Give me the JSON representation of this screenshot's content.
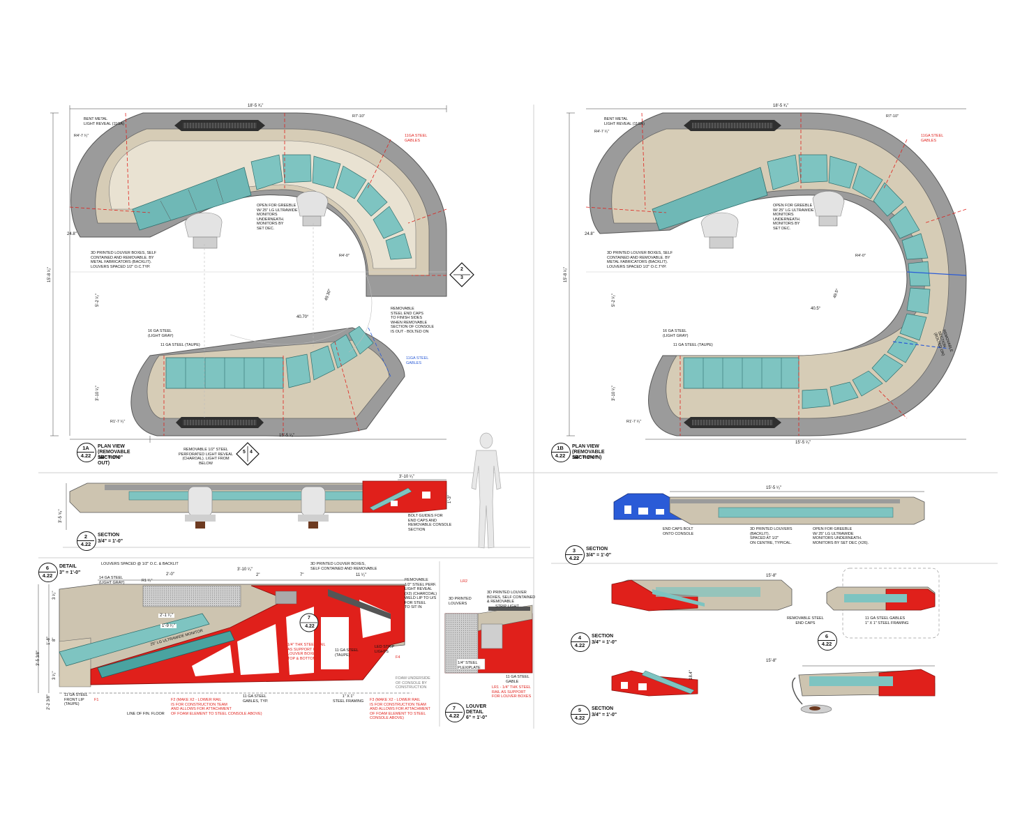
{
  "views": {
    "v1a": {
      "num": "1A",
      "sheet": "4.22",
      "title": "PLAN VIEW\n(REMOVABLE SECTION OUT)",
      "scale": "3/4\" = 1'-0\""
    },
    "v1b": {
      "num": "1B",
      "sheet": "4.22",
      "title": "PLAN VIEW\n(REMOVABLE SECTION IN)",
      "scale": "3/4\" = 1'-0\""
    },
    "v2": {
      "num": "2",
      "sheet": "4.22",
      "title": "SECTION",
      "scale": "3/4\" = 1'-0\""
    },
    "v3": {
      "num": "3",
      "sheet": "4.22",
      "title": "SECTION",
      "scale": "3/4\" = 1'-0\""
    },
    "v4": {
      "num": "4",
      "sheet": "4.22",
      "title": "SECTION",
      "scale": "3/4\" = 1'-0\""
    },
    "v5": {
      "num": "5",
      "sheet": "4.22",
      "title": "SECTION",
      "scale": "3/4\" = 1'-0\""
    },
    "v6": {
      "num": "6",
      "sheet": "4.22",
      "title": "DETAIL",
      "scale": "3\" = 1'-0\""
    },
    "v7": {
      "num": "7",
      "sheet": "4.22",
      "title": "LOUVER\nDETAIL",
      "scale": "6\" = 1'-0\""
    }
  },
  "plan_a": {
    "bent_metal": "BENT METAL\nLIGHT REVEAL (11GA)",
    "r47": "R4'-7 ¹⁄₂\"",
    "r710": "R7'-10\"",
    "r40": "R4'-0\"",
    "r17": "R1'-7 ¹⁄₂\"",
    "gables_red": "11GA STEEL\nGABLES",
    "gables_blue": "11GA STEEL\nGABLES",
    "open_greeble": "OPEN FOR GREEBLE\nW/ 25\" LG ULTRAWIDE\nMONITORS\nUNDERNEATH.\nMONITORS BY\nSET DEC.",
    "louver_boxes": "3D PRINTED LOUVER BOXES, SELF\nCONTAINED AND REMOVABLE. BY\nMETAL FABRICATORS (BACKLIT).\nLOUVERS SPACED 1/2\" O.C.TYP.",
    "end_caps": "REMOVABLE\nSTEEL END CAPS\nTO FINISH SIDES\nWHEN REMOVABLE\nSECTION OF CONSOLE\nIS OUT - BOLTED ON",
    "ga16": "16 GA STEEL\n(LIGHT GRAY)",
    "ga11": "11 GA STEEL (TAUPE)",
    "reveal": "REMOVABLE 1/2\" STEEL\nPERFORATED LIGHT REVEAL\n(CHAROAL). LIGHT FROM\nBELOW",
    "dim_top": "18'-5 ³⁄₄\"",
    "dim_bot": "15'-5 ¹⁄₂\"",
    "dim_left": "15'-8 ¹⁄₂\"",
    "dim_52": "5'-2 ¹⁄₂\"",
    "dim_310": "3'-10 ¹⁄₂\"",
    "dim_248": "24.8\"",
    "ang1": "40.70°",
    "ang2": "49.30°",
    "marker_top": "2",
    "marker_bot": "3",
    "marker2_top": "5",
    "marker2_bot": "4"
  },
  "plan_b": {
    "bent_metal": "BENT METAL\nLIGHT REVEAL (11GA)",
    "r47": "R4'-7 ¹⁄₂\"",
    "r710": "R7'-10\"",
    "r40": "R4'-0\"",
    "r17": "R1'-7 ¹⁄₂\"",
    "gables_red": "11GA STEEL\nGABLES",
    "open_greeble": "OPEN FOR GREEBLE\nW/ 25\" LG ULTRAWIDE\nMONITORS\nUNDERNEATH.\nMONITORS BY\nSET DEC.",
    "louver_boxes": "3D PRINTED LOUVER BOXES, SELF\nCONTAINED AND REMOVABLE. BY\nMETAL FABRICATORS (BACKLIT).\nLOUVERS SPACED 1/2\" O.C.TYP.",
    "removable_section": "REMOVABLE\nSECTION\n(BOLTED ON)",
    "ga16": "16 GA STEEL\n(LIGHT GRAY)",
    "ga11": "11 GA STEEL (TAUPE)",
    "dim_top": "18'-5 ³⁄₄\"",
    "dim_bot": "15'-5 ¹⁄₂\"",
    "dim_left": "15'-8 ¹⁄₂\"",
    "dim_52": "5'-2 ¹⁄₂\"",
    "dim_310": "3'-10 ¹⁄₂\"",
    "dim_248": "24.8\"",
    "ang1": "40.5°",
    "ang2": "49.5°"
  },
  "section2": {
    "bolt": "BOLT GUIDES FOR\nEND CAPS AND\nREMOVABLE CONSOLE\nSECTION",
    "dim_w": "3'-10 ¹⁄₂\"",
    "dim_h": "3'-5 ⁵⁄₈\"",
    "dim_h2": "1'-3\""
  },
  "section3": {
    "end_caps": "END CAPS BOLT\nONTO CONSOLE",
    "louvers": "3D PRINTED LOUVERS\n(BACKLIT).\nSPACED AT 1/2\"\nON CENTRE, TYPICAL.",
    "greeble": "OPEN FOR GREEBLE\nW/ 25\" LG ULTRAWIDE\nMONITORS UNDERNEATH.\nMONITORS BY SET DEC (X26).",
    "dim": "15'-5 ¹⁄₂\""
  },
  "section4": {
    "end_caps": "REMOVABLE STEEL\nEND CAPS",
    "gables": "11 GA STEEL GABLES\n1\" X 1\" STEEL FRAMING",
    "dim": "15'-8\"",
    "callout_num": "6",
    "callout_sheet": "4.22"
  },
  "section5": {
    "dim": "15'-8\"",
    "dim_h": "18.4\""
  },
  "detail6": {
    "louvers": "LOUVERS SPACED @ 1/2\" O.C. & BACKLIT",
    "boxes": "3D PRINTED LOUVER BOXES,\nSELF CONTAINED AND REMOVABLE",
    "ga14": "14 GA STEEL\n(LIGHT GRAY)",
    "r1": "R1 ¹⁄₂\"",
    "dim_20": "2'-0\"",
    "dim_310": "3'-10 ¹⁄₂\"",
    "dim_2": "2\"",
    "dim_7": "7\"",
    "dim_11": "11 ¹⁄₂\"",
    "reveal": "REMOVABLE\n1/2\" STEEL PERF.\nLIGHT REVEAL\n(x2) (CHARCOAL)\nWELD LIP TO U/S\nFOR STEEL\nTO SIT IN",
    "monitor": "25\" LG ULTRAWIDE MONITOR",
    "d21": "2'-1 ¹⁄₂\"",
    "d19": "1'-9 ¹⁄₂\"",
    "rail": "1/4\" THK STEEL RAIL\nAS SUPPORT FOR\nLOUVER BOXES,\nTOP & BOTTOM",
    "ga11t": "11 GA STEEL\n(TAUPE)",
    "led": "LED STRIP\nLIGHTS",
    "f4": "F4",
    "foam": "FOAM UNDERSIDE\nOF CONSOLE BY\nCONSTRUCTION",
    "lip": "11 GA STEEL\nFRONT LIP\n(TAUPE)",
    "f1": "F1",
    "f2": "F2 (MAKE X2 - LOWER RAIL\nIS FOR CONSTRUCTION TEAM\nAND ALLOWS FOR ATTACHMENT\nOF FOAM ELEMENT TO STEEL CONSOLE ABOVE)",
    "gables": "11 GA STEEL\nGABLES, TYP.",
    "framing": "1\" X 1\"\nSTEEL FRAMING",
    "f3": "F3 (MAKE X2 - LOWER RAIL\nIS FOR CONSTRUCTION TEAM\nAND ALLOWS FOR ATTACHMENT\nOF FOAM ELEMENT TO STEEL\nCONSOLE ABOVE)",
    "floor": "LINE OF FIN. FLOOR",
    "h1": "3'-5 3/8\"",
    "h2": "2'-2 3/8\"",
    "h3": "1'-8\"",
    "h4": "3 ¹⁄₂\"",
    "h5": "8\"",
    "h6": "3 ¹⁄₂\"",
    "callout_num": "7",
    "callout_sheet": "4.22"
  },
  "detail7": {
    "lr2": "LR2",
    "printed": "3D PRINTED\nLOUVERS",
    "boxes": "3D PRINTED LOUVER\nBOXES, SELF CONTAINED\n& REMOVABLE",
    "strip": "STRIP LIGHT",
    "plexi": "1/4\" STEEL\nPLEXIPLATE",
    "gable": "11 GA STEEL\nGABLE",
    "lr1": "LR1 - 1/4\" THK STEEL\nRAIL AS SUPPORT\nFOR LOUVER BOXES"
  }
}
